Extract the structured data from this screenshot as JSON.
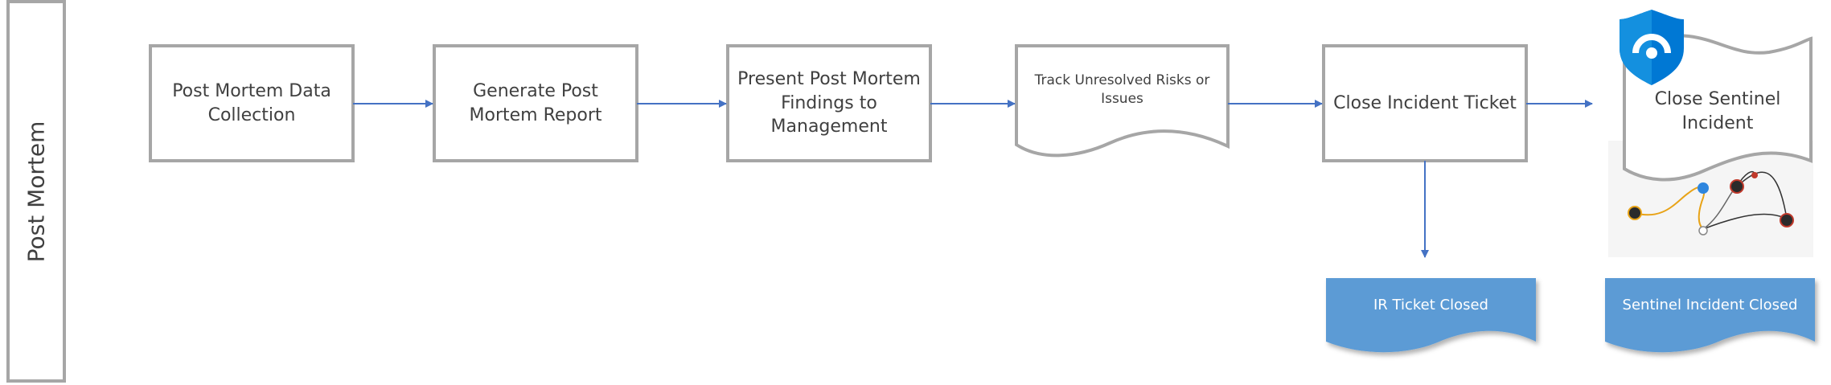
{
  "lane": {
    "label": "Post Mortem"
  },
  "steps": [
    {
      "id": "collect",
      "label": "Post Mortem Data Collection",
      "shape": "process"
    },
    {
      "id": "report",
      "label": "Generate Post Mortem Report",
      "shape": "process"
    },
    {
      "id": "present",
      "label": "Present Post Mortem Findings to Management",
      "shape": "process"
    },
    {
      "id": "track",
      "label": "Track Unresolved Risks or Issues",
      "shape": "document"
    },
    {
      "id": "close-ticket",
      "label": "Close Incident Ticket",
      "shape": "process"
    },
    {
      "id": "close-sentinel",
      "label": "Close Sentinel Incident",
      "shape": "document"
    }
  ],
  "outputs": [
    {
      "id": "ir-closed",
      "label": "IR Ticket Closed",
      "shape": "document"
    },
    {
      "id": "sentinel-closed",
      "label": "Sentinel Incident Closed",
      "shape": "document"
    }
  ],
  "connections": [
    {
      "from": "collect",
      "to": "report"
    },
    {
      "from": "report",
      "to": "present"
    },
    {
      "from": "present",
      "to": "track"
    },
    {
      "from": "track",
      "to": "close-ticket"
    },
    {
      "from": "close-ticket",
      "to": "close-sentinel"
    },
    {
      "from": "close-ticket",
      "to": "ir-closed"
    }
  ],
  "icons": {
    "sentinel": "microsoft-sentinel-shield-icon",
    "graph": "incident-investigation-graph-thumbnail"
  },
  "colors": {
    "box_border": "#A6A6A6",
    "arrow": "#4472C4",
    "output_fill": "#5B9BD5",
    "text": "#404040",
    "shield": "#0078D4"
  }
}
